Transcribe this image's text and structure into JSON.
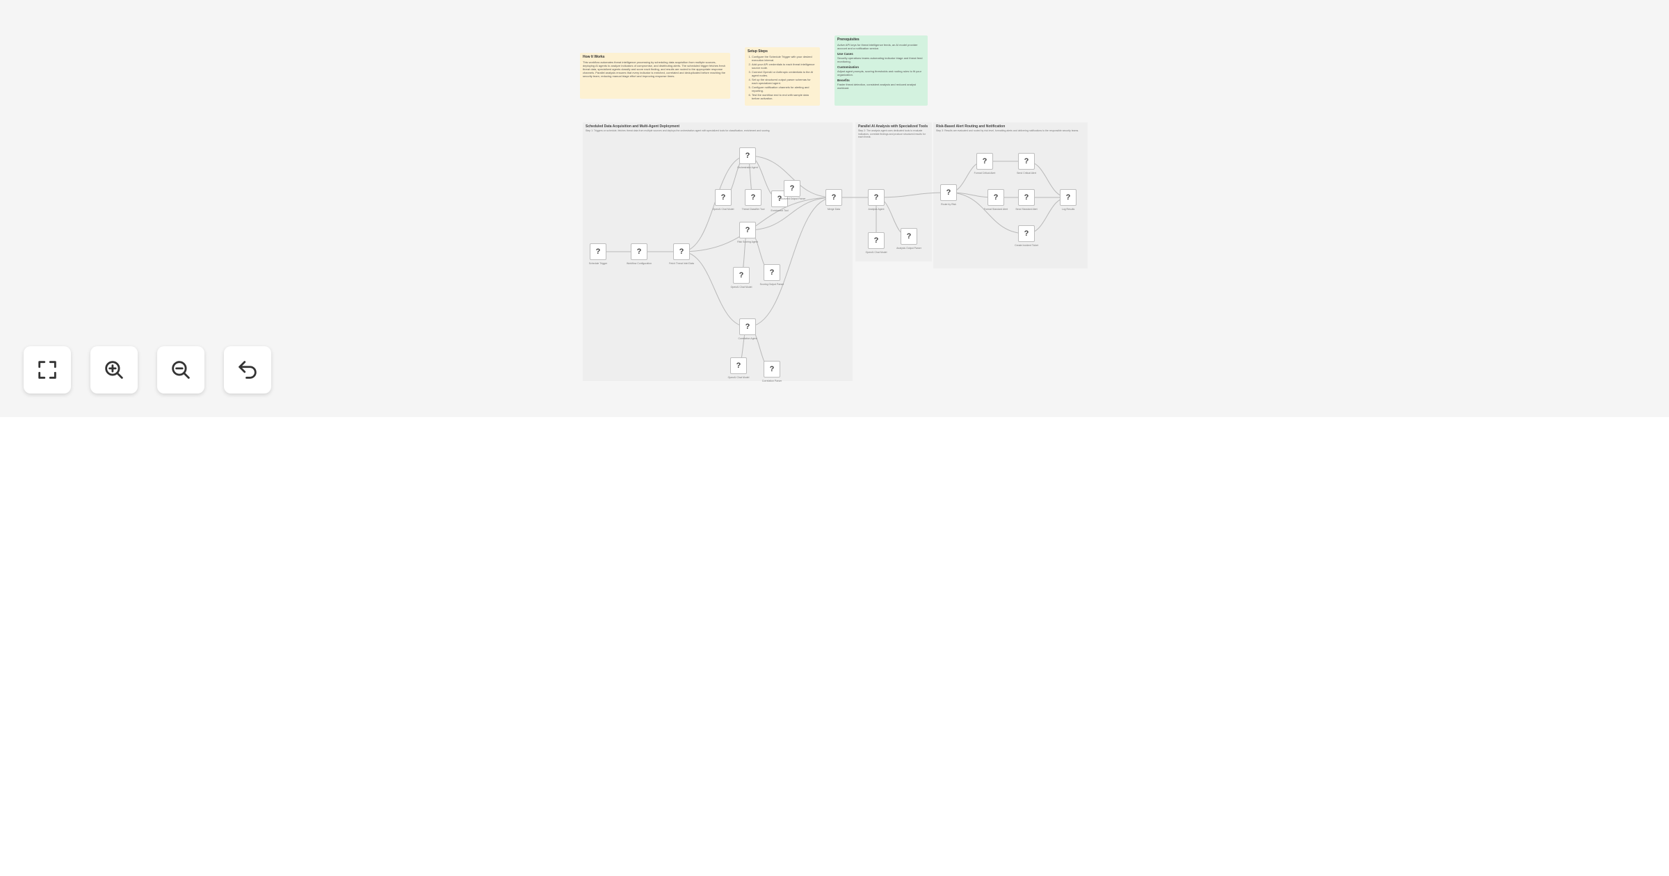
{
  "notes": {
    "how_it_works": {
      "title": "How It Works",
      "body": "This workflow automates threat intelligence processing by scheduling data acquisition from multiple sources, deploying AI agents to analyze indicators of compromise, and distributing alerts. The scheduled trigger fetches fresh threat data, specialized agents classify and score each finding, and results are routed to the appropriate response channels. Parallel analysis ensures that every indicator is enriched, correlated and deduplicated before reaching the security team, reducing manual triage effort and improving response times."
    },
    "setup_steps": {
      "title": "Setup Steps",
      "items": [
        "Configure the Schedule Trigger with your desired execution interval.",
        "Add your API credentials to each threat intelligence source node.",
        "Connect OpenAI or Anthropic credentials to the AI agent nodes.",
        "Set up the structured output parser schemas for each specialized agent.",
        "Configure notification channels for alerting and reporting.",
        "Test the workflow end to end with sample data before activation."
      ]
    },
    "prerequisites": {
      "title": "Prerequisites",
      "body": "Active API keys for threat intelligence feeds, an AI model provider account and a notification service.",
      "use_cases_title": "Use Cases",
      "use_cases_body": "Security operations teams automating indicator triage and threat feed monitoring.",
      "customization_title": "Customization",
      "customization_body": "Adjust agent prompts, scoring thresholds and routing rules to fit your organization.",
      "benefits_title": "Benefits",
      "benefits_body": "Faster threat detection, consistent analysis and reduced analyst workload."
    }
  },
  "groups": [
    {
      "title": "Scheduled Data Acquisition and Multi-Agent Deployment",
      "description": "Step 1: Triggers on schedule, fetches threat data from multiple sources and deploys the orchestration agent with specialized tools for classification, enrichment and scoring."
    },
    {
      "title": "Parallel AI Analysis with Specialized Tools",
      "description": "Step 2: The analysis agent uses dedicated tools to evaluate indicators, correlate findings and produce structured results for each threat."
    },
    {
      "title": "Risk-Based Alert Routing and Notification",
      "description": "Step 3: Results are evaluated and routed by risk level, formatting alerts and delivering notifications to the responsible security teams."
    }
  ],
  "nodes": [
    {
      "id": "n1",
      "glyph": "?",
      "label": "Schedule Trigger"
    },
    {
      "id": "n2",
      "glyph": "?",
      "label": "Workflow Configuration"
    },
    {
      "id": "n3",
      "glyph": "?",
      "label": "Fetch Threat Intel Data"
    },
    {
      "id": "n4",
      "glyph": "?",
      "label": "Orchestrator Agent"
    },
    {
      "id": "n5",
      "glyph": "?",
      "label": "OpenAI Chat Model"
    },
    {
      "id": "n6",
      "glyph": "?",
      "label": "Threat Classifier Tool"
    },
    {
      "id": "n7",
      "glyph": "?",
      "label": "Enrichment Tool"
    },
    {
      "id": "n8",
      "glyph": "?",
      "label": "Structured Output Parser"
    },
    {
      "id": "n9",
      "glyph": "?",
      "label": "Merge Data"
    },
    {
      "id": "n10",
      "glyph": "?",
      "label": "Risk Scoring Agent"
    },
    {
      "id": "n11",
      "glyph": "?",
      "label": "OpenAI Chat Model"
    },
    {
      "id": "n12",
      "glyph": "?",
      "label": "Scoring Output Parser"
    },
    {
      "id": "n13",
      "glyph": "?",
      "label": "Correlation Agent"
    },
    {
      "id": "n14",
      "glyph": "?",
      "label": "OpenAI Chat Model"
    },
    {
      "id": "n15",
      "glyph": "?",
      "label": "Correlation Parser"
    },
    {
      "id": "n16",
      "glyph": "?",
      "label": "Analysis Agent"
    },
    {
      "id": "n17",
      "glyph": "?",
      "label": "OpenAI Chat Model"
    },
    {
      "id": "n18",
      "glyph": "?",
      "label": "Analysis Output Parser"
    },
    {
      "id": "n19",
      "glyph": "?",
      "label": "Route by Risk"
    },
    {
      "id": "n20",
      "glyph": "?",
      "label": "Format Critical Alert"
    },
    {
      "id": "n21",
      "glyph": "?",
      "label": "Send Critical Alert"
    },
    {
      "id": "n22",
      "glyph": "?",
      "label": "Format Standard Alert"
    },
    {
      "id": "n23",
      "glyph": "?",
      "label": "Send Standard Alert"
    },
    {
      "id": "n24",
      "glyph": "?",
      "label": "Log Results"
    },
    {
      "id": "n25",
      "glyph": "?",
      "label": "Create Incident Ticket"
    }
  ],
  "controls": [
    {
      "name": "fit-view-button",
      "icon": "fullscreen-icon"
    },
    {
      "name": "zoom-in-button",
      "icon": "zoom-in-icon"
    },
    {
      "name": "zoom-out-button",
      "icon": "zoom-out-icon"
    },
    {
      "name": "reset-zoom-button",
      "icon": "undo-icon"
    }
  ]
}
